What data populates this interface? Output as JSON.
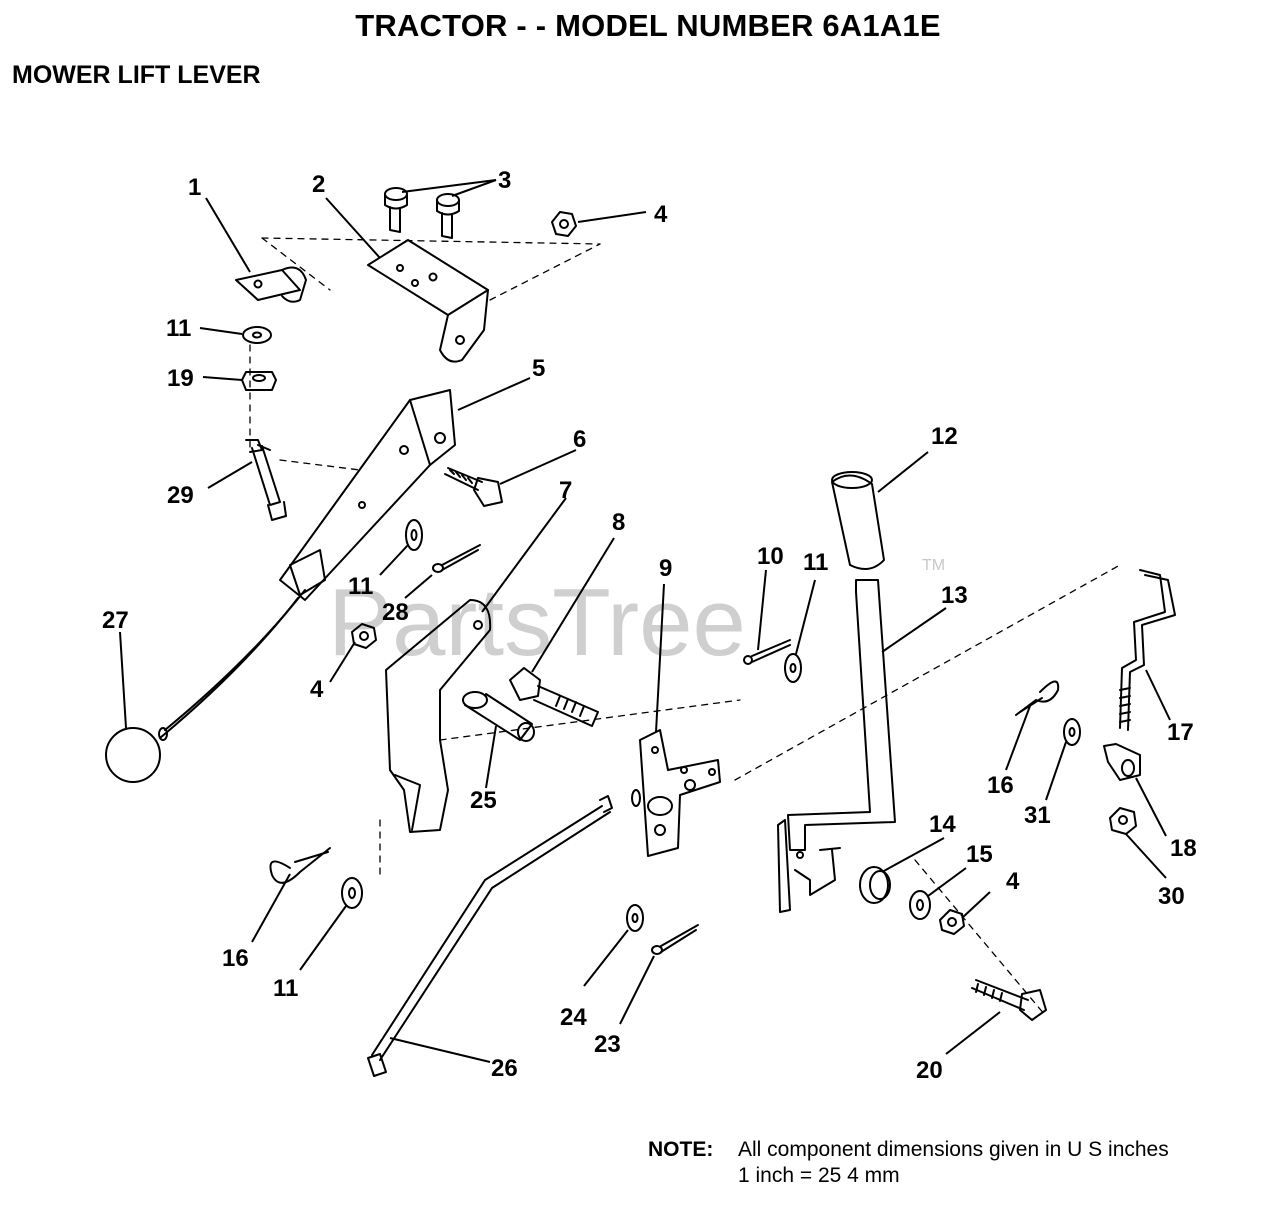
{
  "title": "TRACTOR - - MODEL NUMBER 6A1A1E",
  "subtitle": "MOWER LIFT LEVER",
  "watermark": "PartsTree",
  "watermark_tm": "TM",
  "note": {
    "label": "NOTE:",
    "line1": "All component dimensions given in U S  inches",
    "line2": "1 inch = 25 4 mm"
  },
  "callouts": {
    "c1": "1",
    "c2": "2",
    "c3": "3",
    "c4a": "4",
    "c5": "5",
    "c6": "6",
    "c7": "7",
    "c8": "8",
    "c9": "9",
    "c10": "10",
    "c11a": "11",
    "c11b": "11",
    "c11c": "11",
    "c11d": "11",
    "c12": "12",
    "c13": "13",
    "c14": "14",
    "c15": "15",
    "c4b": "4",
    "c4c": "4",
    "c16a": "16",
    "c16b": "16",
    "c17": "17",
    "c18": "18",
    "c19": "19",
    "c20": "20",
    "c23": "23",
    "c24": "24",
    "c25": "25",
    "c26": "26",
    "c27": "27",
    "c28": "28",
    "c29": "29",
    "c30": "30",
    "c31": "31"
  }
}
